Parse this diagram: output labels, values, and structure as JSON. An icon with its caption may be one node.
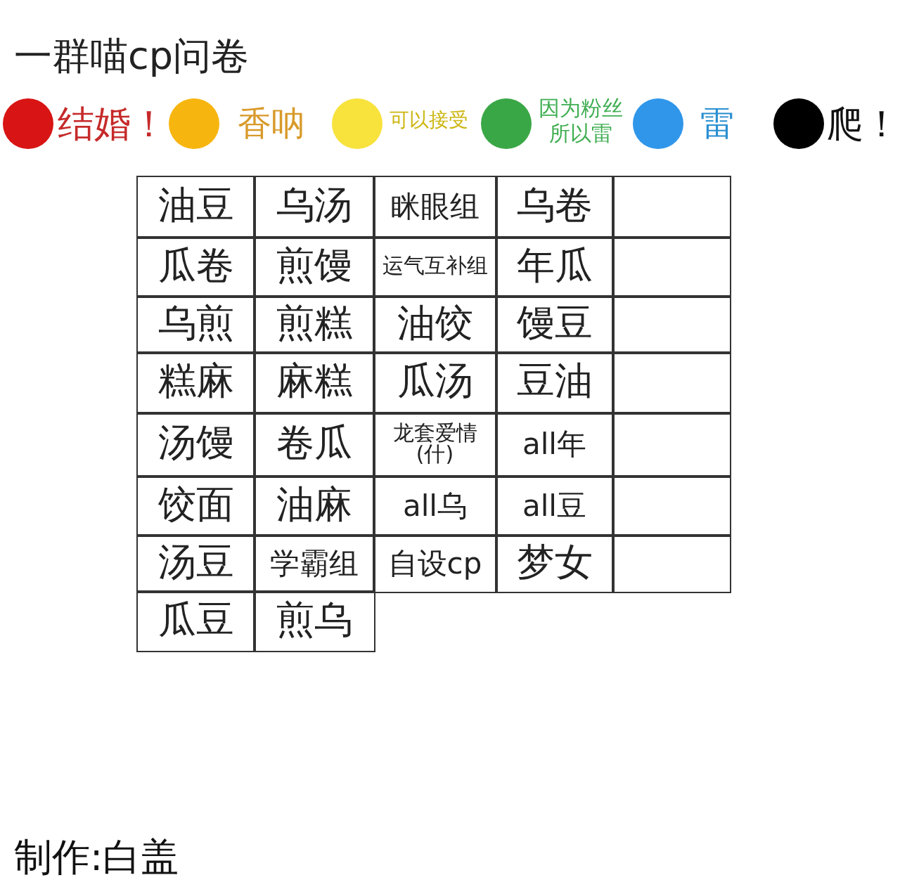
{
  "diagram": {
    "title": "一群喵cp问卷",
    "labels": [
      "油豆",
      "乌汤",
      "眯眼组",
      "乌卷",
      "瓜卷",
      "煎馒",
      "运气互补组",
      "年瓜",
      "乌煎",
      "煎糕",
      "油饺",
      "馒豆",
      "糕麻",
      "麻糕",
      "瓜汤",
      "豆油",
      "汤馒",
      "卷瓜",
      "龙套爱情(什)",
      "all年",
      "饺面",
      "油麻",
      "all乌",
      "all豆",
      "汤豆",
      "学霸组",
      "自设cp",
      "梦女",
      "瓜豆",
      "煎乌",
      "制作:白盖"
    ],
    "legend": [
      {
        "text": "结婚！",
        "color": "#d81414"
      },
      {
        "text": "香呐",
        "color": "#f7b50f"
      },
      {
        "text": "可以接受",
        "color": "#f8e23c"
      },
      {
        "text": "因为粉丝所以雷",
        "color": "#3aa746"
      },
      {
        "text": "雷",
        "color": "#2f96ea"
      },
      {
        "text": "爬！",
        "color": "#000000"
      }
    ]
  }
}
